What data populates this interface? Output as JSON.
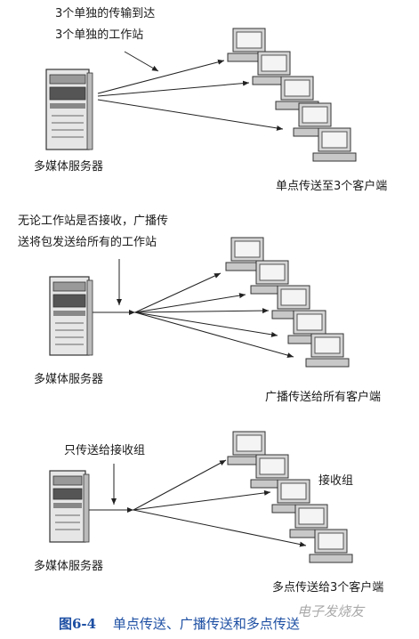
{
  "panels": [
    {
      "id": "unicast",
      "annotation_lines": [
        "3个单独的传输到达",
        "3个单独的工作站"
      ],
      "server_label": "多媒体服务器",
      "client_label": "单点传送至3个客户端"
    },
    {
      "id": "broadcast",
      "annotation_lines": [
        "无论工作站是否接收，广播传",
        "送将包发送给所有的工作站"
      ],
      "server_label": "多媒体服务器",
      "client_label": "广播传送给所有客户端"
    },
    {
      "id": "multicast",
      "annotation_lines": [
        "只传送给接收组"
      ],
      "server_label": "多媒体服务器",
      "group_label": "接收组",
      "client_label": "多点传送给3个客户端"
    }
  ],
  "caption": {
    "number": "图6-4",
    "text": "单点传送、广播传送和多点传送"
  },
  "watermark": "电子发烧友"
}
